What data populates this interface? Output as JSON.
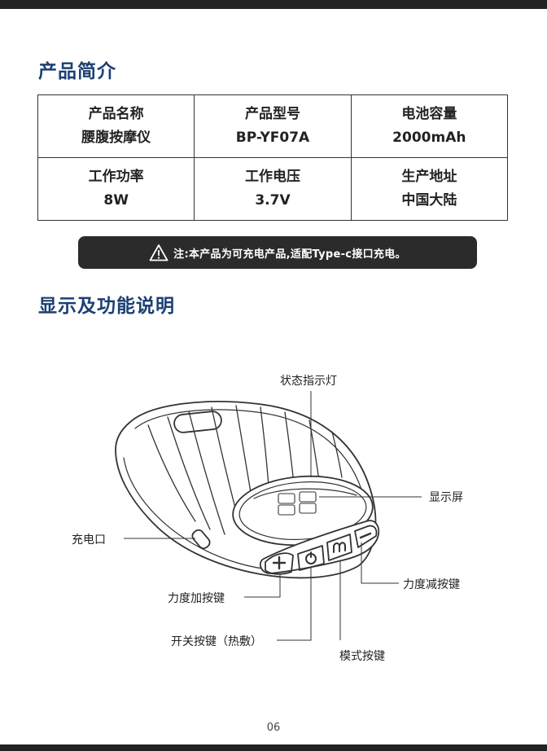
{
  "intro": {
    "title": "产品简介",
    "table": [
      [
        {
          "label": "产品名称",
          "value": "腰腹按摩仪"
        },
        {
          "label": "产品型号",
          "value": "BP-YF07A"
        },
        {
          "label": "电池容量",
          "value": "2000mAh"
        }
      ],
      [
        {
          "label": "工作功率",
          "value": "8W"
        },
        {
          "label": "工作电压",
          "value": "3.7V"
        },
        {
          "label": "生产地址",
          "value": "中国大陆"
        }
      ]
    ],
    "notice": "注:本产品为可充电产品,适配Type-c接口充电。",
    "notice_icon": "warning-icon"
  },
  "display": {
    "title": "显示及功能说明",
    "labels": {
      "status_light": "状态指示灯",
      "screen": "显示屏",
      "charge_port": "充电口",
      "intensity_down": "力度减按键",
      "intensity_up": "力度加按键",
      "mode": "模式按键",
      "power": "开关按键（热敷）"
    }
  },
  "page_number": "06"
}
